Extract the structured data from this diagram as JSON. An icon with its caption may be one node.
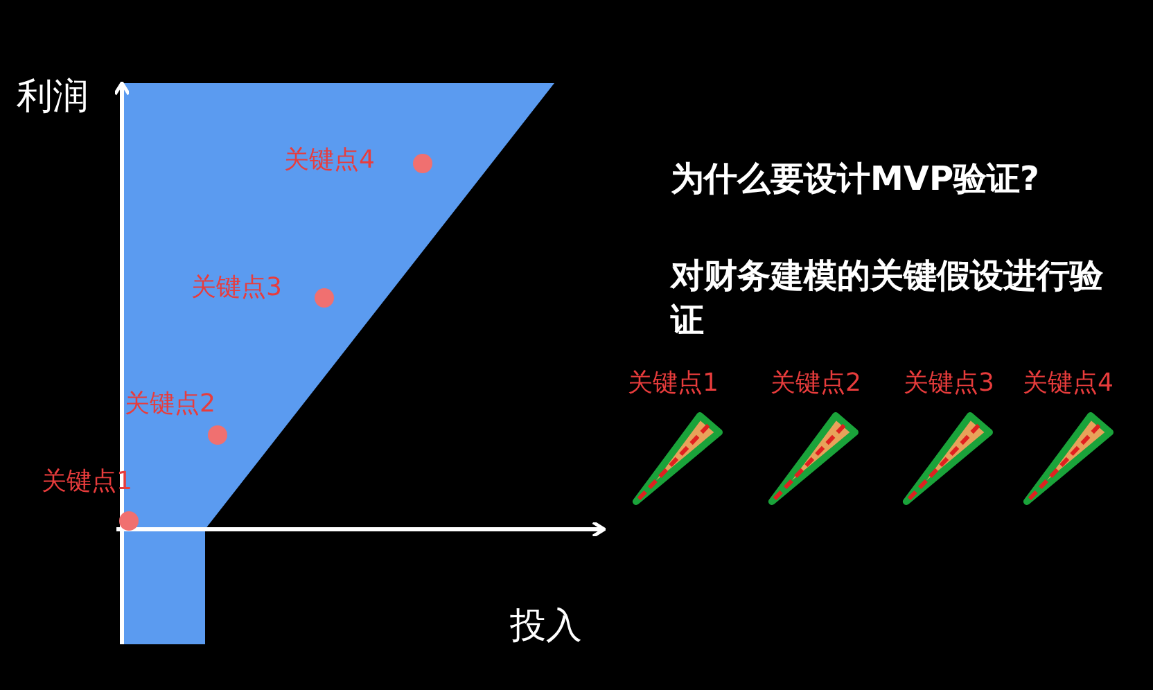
{
  "diagram": {
    "labels": [
      "利润",
      "关键点4",
      "关键点3",
      "关键点2",
      "关键点1",
      "投入",
      "为什么要设计MVP验证?",
      "对财务建模的关键假设进行验证",
      "关键点1",
      "关键点2",
      "关键点3",
      "关键点4"
    ]
  }
}
